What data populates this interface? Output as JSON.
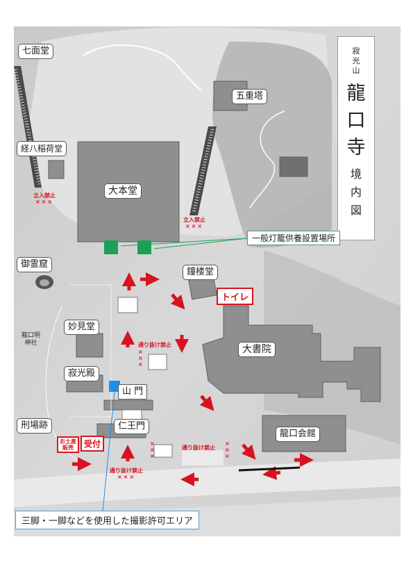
{
  "title": {
    "mountain": [
      "寂",
      "光",
      "山"
    ],
    "temple": [
      "龍",
      "口",
      "寺"
    ],
    "map_word": [
      "境",
      "内",
      "図"
    ]
  },
  "labels": {
    "shichimendo": "七面堂",
    "gojunoto": "五重塔",
    "kyohachi_inari": "経八稲荷堂",
    "hondo": "大本堂",
    "goreikutsu": "御霊窟",
    "shorodo": "鐘楼堂",
    "myokendo": "妙見堂",
    "daishoin": "大書院",
    "jakkoden": "寂光殿",
    "sanmon": "山 門",
    "keijoato": "刑場跡",
    "niomon": "仁王門",
    "ryukoukaikan": "龍口会館",
    "ryukou_myojin": [
      "龍口明",
      "神社"
    ]
  },
  "markers": {
    "toilet": "トイレ",
    "reception": "受付",
    "souvenir": [
      "お土産",
      "販売"
    ],
    "no_entry": "立入禁止",
    "no_through": "通り抜け禁止",
    "crosses": "×××"
  },
  "callouts": {
    "lantern": "一般灯籠供養設置場所",
    "photo_area": "三脚・一脚などを使用した撮影許可エリア"
  },
  "colors": {
    "red": "#d8131f",
    "green": "#1aa157",
    "blue": "#1e90e8",
    "building": "#8f8f8f"
  }
}
